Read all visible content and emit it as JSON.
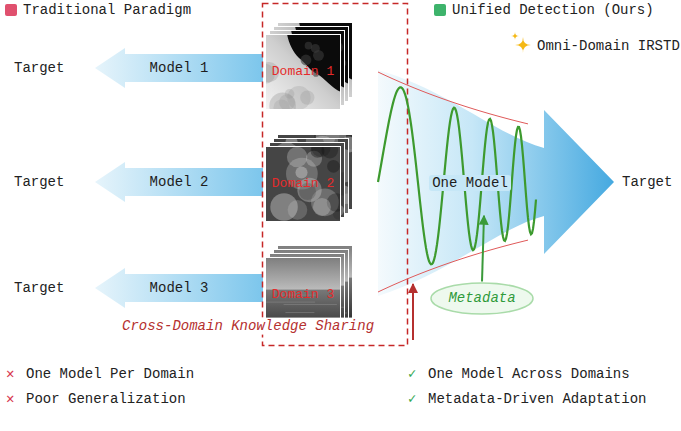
{
  "diagram": {
    "nodes": [
      {
        "text": [
          "Model 1"
        ]
      },
      {
        "text": [
          "Domain 1"
        ]
      },
      {
        "text": [
          "Model 2"
        ]
      },
      {
        "text": [
          "Domain 2"
        ]
      },
      {
        "text": [
          "One Model"
        ]
      },
      {
        "text": [
          "Model 3"
        ]
      },
      {
        "text": [
          "Domain 3"
        ]
      },
      {
        "text": [
          "Metadata"
        ]
      }
    ],
    "edges": [
      {
        "from": 7,
        "to": 4,
        "arrow": "to"
      }
    ],
    "labels": [
      "Omni-Domain IRSTD",
      "Target",
      "Target",
      "Target",
      "Target",
      "Cross-Domain Knowledge Sharing",
      "✕",
      "One Model Per Domain",
      "✕",
      "Poor Generalization",
      "✓",
      "One Model Across Domains",
      "✓",
      "Metadata-Driven Adaptation"
    ],
    "legend": [
      {
        "text": "Traditional Paradigm",
        "color": "#e0506e"
      },
      {
        "text": "Unified Detection (Ours)",
        "color": "#3db36b"
      }
    ]
  }
}
